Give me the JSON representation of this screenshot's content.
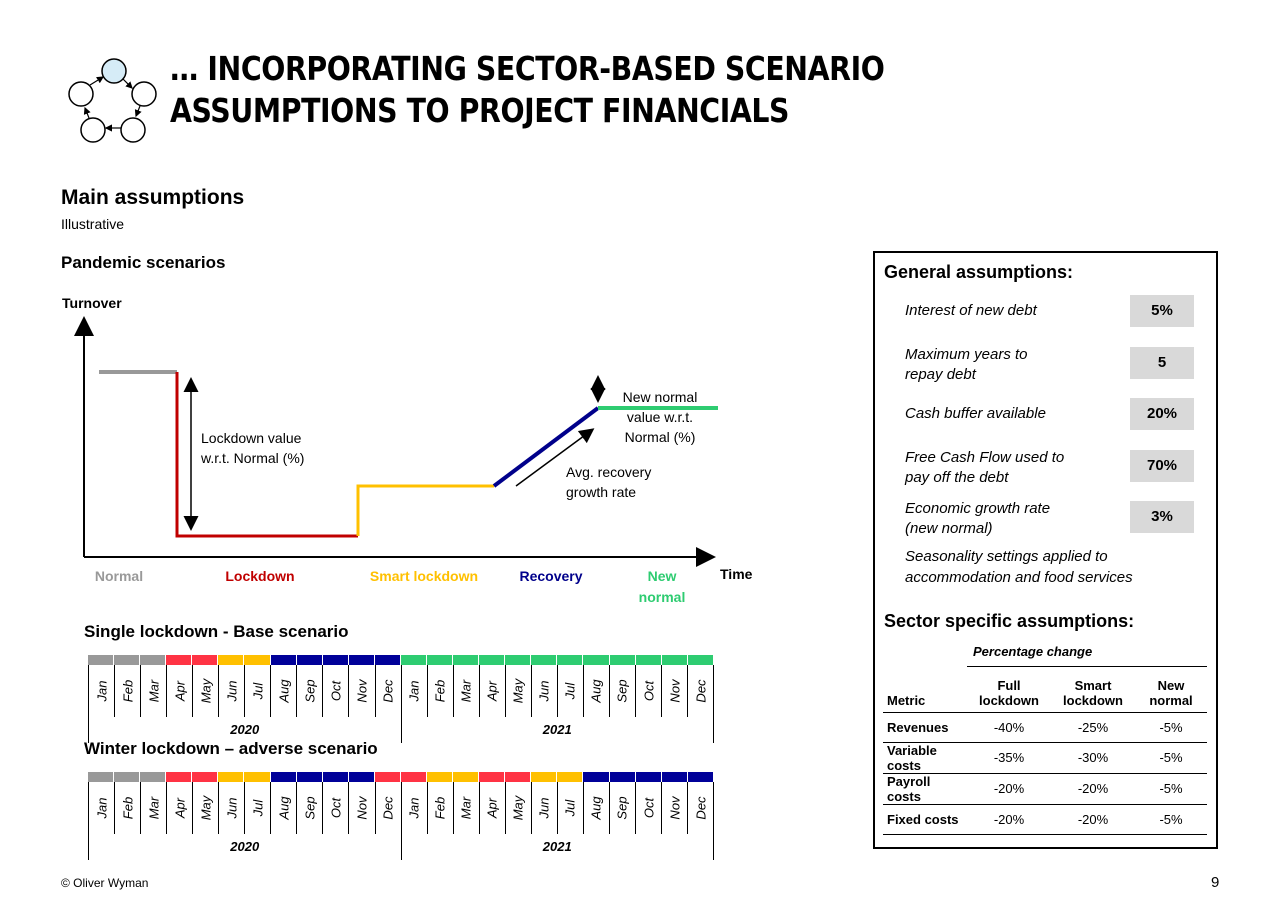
{
  "title": "… INCORPORATING SECTOR-BASED SCENARIO ASSUMPTIONS TO PROJECT FINANCIALS",
  "main_heading": "Main assumptions",
  "subheading": "Illustrative",
  "section_heading": "Pandemic scenarios",
  "chart": {
    "y_axis_label": "Turnover",
    "x_axis_label": "Time",
    "annotation_lockdown": [
      "Lockdown value",
      "w.r.t. Normal (%)"
    ],
    "annotation_new_normal": [
      "New normal",
      "value w.r.t.",
      "Normal (%)"
    ],
    "annotation_recovery": [
      "Avg. recovery",
      "growth rate"
    ],
    "phases": [
      {
        "label": "Normal",
        "color": "#999999"
      },
      {
        "label": "Lockdown",
        "color": "#c00000"
      },
      {
        "label": "Smart lockdown",
        "color": "#ffc000"
      },
      {
        "label": "Recovery",
        "color": "#00008b"
      },
      {
        "label": "New normal",
        "color": "#2ecc71"
      }
    ]
  },
  "timelines": [
    {
      "title": "Single lockdown - Base scenario",
      "months": [
        "Jan",
        "Feb",
        "Mar",
        "Apr",
        "May",
        "Jun",
        "Jul",
        "Aug",
        "Sep",
        "Oct",
        "Nov",
        "Dec",
        "Jan",
        "Feb",
        "Mar",
        "Apr",
        "May",
        "Jun",
        "Jul",
        "Aug",
        "Sep",
        "Oct",
        "Nov",
        "Dec"
      ],
      "colors": [
        "#999999",
        "#999999",
        "#999999",
        "#ff3344",
        "#ff3344",
        "#ffc000",
        "#ffc000",
        "#000099",
        "#000099",
        "#000099",
        "#000099",
        "#000099",
        "#2ecc71",
        "#2ecc71",
        "#2ecc71",
        "#2ecc71",
        "#2ecc71",
        "#2ecc71",
        "#2ecc71",
        "#2ecc71",
        "#2ecc71",
        "#2ecc71",
        "#2ecc71",
        "#2ecc71"
      ],
      "years": [
        "2020",
        "2021"
      ]
    },
    {
      "title": "Winter lockdown – adverse scenario",
      "months": [
        "Jan",
        "Feb",
        "Mar",
        "Apr",
        "May",
        "Jun",
        "Jul",
        "Aug",
        "Sep",
        "Oct",
        "Nov",
        "Dec",
        "Jan",
        "Feb",
        "Mar",
        "Apr",
        "May",
        "Jun",
        "Jul",
        "Aug",
        "Sep",
        "Oct",
        "Nov",
        "Dec"
      ],
      "colors": [
        "#999999",
        "#999999",
        "#999999",
        "#ff3344",
        "#ff3344",
        "#ffc000",
        "#ffc000",
        "#000099",
        "#000099",
        "#000099",
        "#000099",
        "#ff3344",
        "#ff3344",
        "#ffc000",
        "#ffc000",
        "#ff3344",
        "#ff3344",
        "#ffc000",
        "#ffc000",
        "#000099",
        "#000099",
        "#000099",
        "#000099",
        "#000099"
      ],
      "years": [
        "2020",
        "2021"
      ]
    }
  ],
  "general_assumptions": {
    "heading": "General assumptions:",
    "items": [
      {
        "label": "Interest of new debt",
        "value": "5%"
      },
      {
        "label": "Maximum years to repay debt",
        "value": "5"
      },
      {
        "label": "Cash buffer available",
        "value": "20%"
      },
      {
        "label": "Free Cash Flow used to pay off the debt",
        "value": "70%"
      },
      {
        "label": "Economic growth rate (new normal)",
        "value": "3%"
      }
    ],
    "note": "Seasonality settings applied to accommodation and food services"
  },
  "sector_assumptions": {
    "heading": "Sector specific assumptions:",
    "group_header": "Percentage change",
    "columns": [
      "Metric",
      "Full lockdown",
      "Smart lockdown",
      "New normal"
    ],
    "rows": [
      [
        "Revenues",
        "-40%",
        "-25%",
        "-5%"
      ],
      [
        "Variable costs",
        "-35%",
        "-30%",
        "-5%"
      ],
      [
        "Payroll costs",
        "-20%",
        "-20%",
        "-5%"
      ],
      [
        "Fixed costs",
        "-20%",
        "-20%",
        "-5%"
      ]
    ]
  },
  "footer": "© Oliver Wyman",
  "page_number": "9"
}
